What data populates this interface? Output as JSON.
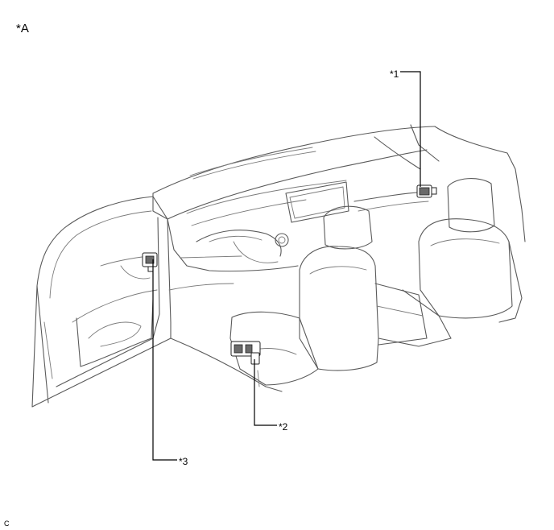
{
  "diagram": {
    "view_label": "*A",
    "figure_code": "C",
    "callouts": [
      {
        "id": "1",
        "label": "*1"
      },
      {
        "id": "2",
        "label": "*2"
      },
      {
        "id": "3",
        "label": "*3"
      }
    ]
  }
}
